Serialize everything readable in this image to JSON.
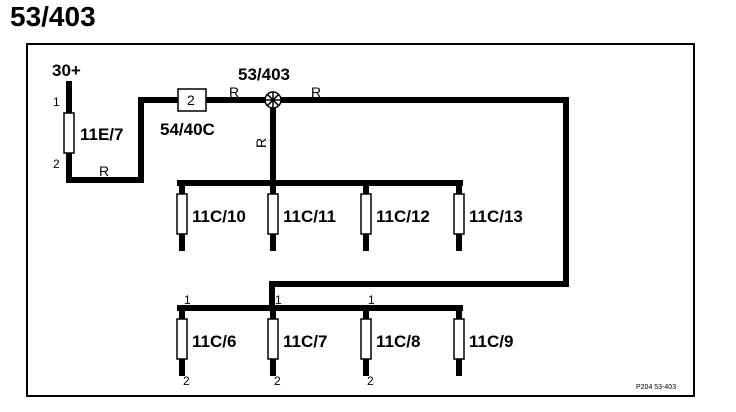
{
  "title": "53/403",
  "colors": {
    "ink": "#000000",
    "paper": "#ffffff"
  },
  "diagram": {
    "supply_label": "30+",
    "fuse_main": {
      "label": "11E/7",
      "pin_top": "1",
      "pin_bottom": "2",
      "wire_color": "R"
    },
    "connector": {
      "pin": "2",
      "label": "54/40C",
      "wire_color": "R"
    },
    "splice": {
      "label": "53/403",
      "wire_right": "R",
      "wire_down": "R"
    },
    "upper_fuses": [
      {
        "label": "11C/10"
      },
      {
        "label": "11C/11"
      },
      {
        "label": "11C/12"
      },
      {
        "label": "11C/13"
      }
    ],
    "lower_fuses": [
      {
        "label": "11C/6",
        "pin_top": "1",
        "pin_bottom": "2"
      },
      {
        "label": "11C/7",
        "pin_top": "1",
        "pin_bottom": "2"
      },
      {
        "label": "11C/8",
        "pin_top": "1",
        "pin_bottom": "2"
      },
      {
        "label": "11C/9",
        "pin_top": "",
        "pin_bottom": ""
      }
    ],
    "footer_code": "P204 53-403"
  }
}
